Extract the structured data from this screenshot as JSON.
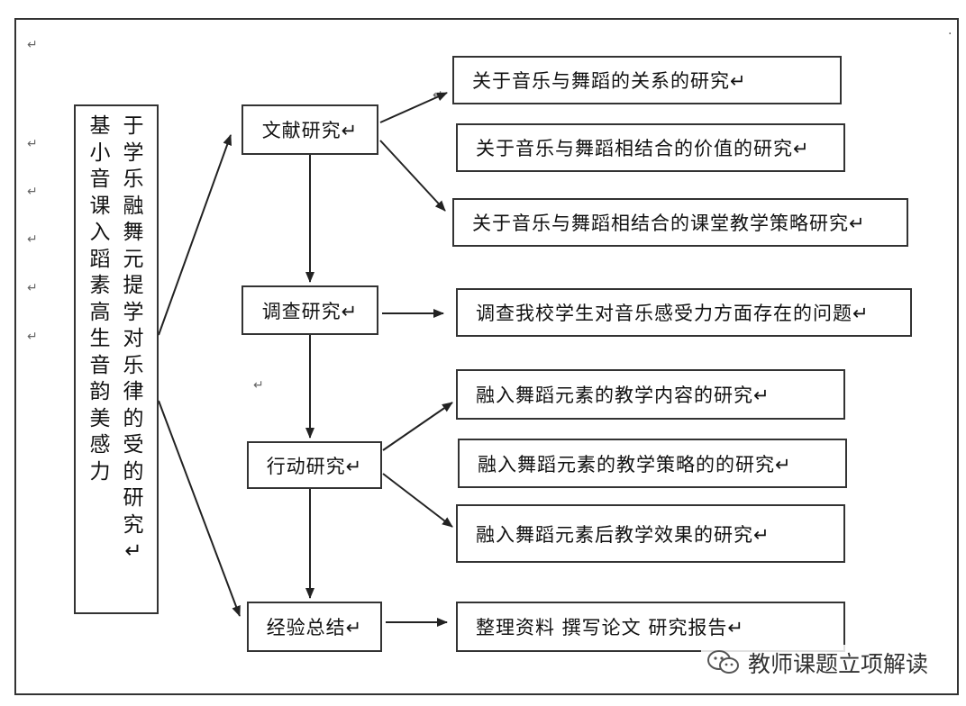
{
  "diagram": {
    "root": {
      "col_left": "基小音课入蹈素高生音韵美感力",
      "col_right": "于学乐融舞元提学对乐律的受的研究↵"
    },
    "stages": [
      {
        "label": "文献研究↵",
        "items": [
          "关于音乐与舞蹈的关系的研究↵",
          "关于音乐与舞蹈相结合的价值的研究↵",
          "关于音乐与舞蹈相结合的课堂教学策略研究↵"
        ]
      },
      {
        "label": "调查研究↵",
        "items": [
          "调查我校学生对音乐感受力方面存在的问题↵"
        ]
      },
      {
        "label": "行动研究↵",
        "items": [
          "融入舞蹈元素的教学内容的研究↵",
          "融入舞蹈元素的教学策略的的研究↵",
          "融入舞蹈元素后教学效果的研究↵"
        ]
      },
      {
        "label": "经验总结↵",
        "items": [
          "整理资料  撰写论文  研究报告↵"
        ]
      }
    ],
    "margin_marks": [
      "↵",
      "↵",
      "↵",
      "↵",
      "↵",
      "↵",
      "↵",
      "↵"
    ]
  },
  "watermark": {
    "text": "教师课题立项解读",
    "icon": "wechat-icon"
  }
}
